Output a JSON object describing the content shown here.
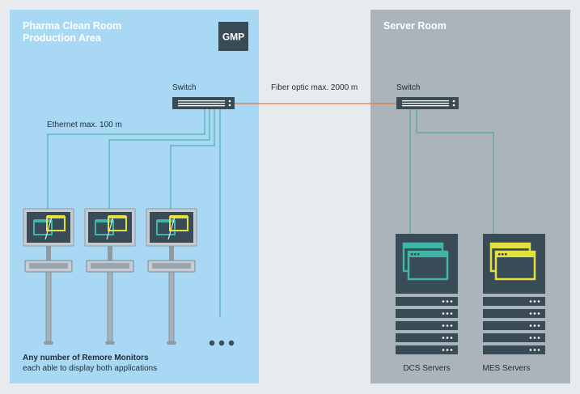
{
  "clean_room": {
    "title_line1": "Pharma Clean Room",
    "title_line2": "Production Area",
    "badge": "GMP",
    "switch_label": "Switch",
    "ethernet_label": "Ethernet max. 100 m",
    "caption_line1": "Any number of Remore Monitors",
    "caption_line2": "each able to display both applications",
    "monitor_count": 3,
    "continuation_icon": "ellipsis-icon"
  },
  "link": {
    "label": "Fiber optic max. 2000 m"
  },
  "server_room": {
    "title": "Server Room",
    "switch_label": "Switch",
    "servers": [
      {
        "label": "DCS Servers",
        "app_color": "#3fb5a6"
      },
      {
        "label": "MES Servers",
        "app_color": "#e3e23c"
      }
    ]
  },
  "colors": {
    "clean_room_bg": "#a9d8f5",
    "server_room_bg": "#abb3bb",
    "page_bg": "#e8ebee",
    "device_dark": "#3a4b58",
    "ethernet_line": "#3aa7a0",
    "fiber_line": "#e8763a",
    "dcs_app": "#3fb5a6",
    "mes_app": "#e3e23c"
  }
}
